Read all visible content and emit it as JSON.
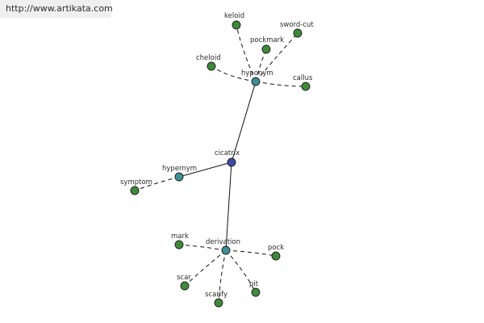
{
  "header": {
    "url": "http://www.artikata.com"
  },
  "colors": {
    "center_node": "#3f4aa6",
    "relation_node": "#3f8f94",
    "leaf_node": "#3f8a3a",
    "edge": "#111111",
    "banner_background": "#efefef"
  },
  "graph": {
    "center": "cicatrix",
    "relations": [
      "hyponym",
      "hypernym",
      "derivation"
    ],
    "leaves": {
      "hyponym": [
        "keloid",
        "sword-cut",
        "pockmark",
        "cheloid",
        "callus"
      ],
      "hypernym": [
        "symptom"
      ],
      "derivation": [
        "mark",
        "pock",
        "scar",
        "scarify",
        "pit"
      ]
    }
  }
}
